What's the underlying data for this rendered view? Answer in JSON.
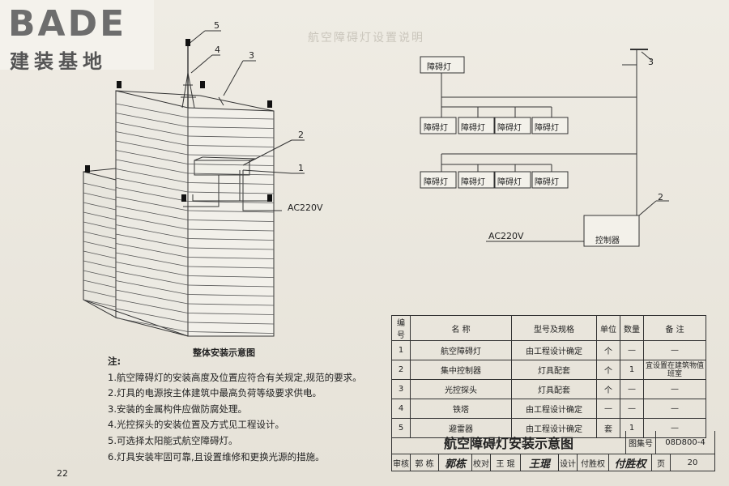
{
  "watermark": {
    "brand": "BADE",
    "subtitle": "建装基地"
  },
  "page_number_left": "22",
  "page_number_right": "20",
  "diagram_labels": {
    "callouts": [
      "1",
      "2",
      "3",
      "4",
      "5"
    ],
    "ac_left": "AC220V",
    "ac_right": "AC220V",
    "overall_title": "整体安装示意图",
    "right_callout_3": "3",
    "right_callout_2": "2"
  },
  "schematic": {
    "top_lamp": "障碍灯",
    "row1": [
      "障碍灯",
      "障碍灯",
      "障碍灯",
      "障碍灯"
    ],
    "row2": [
      "障碍灯",
      "障碍灯",
      "障碍灯",
      "障碍灯"
    ],
    "controller": "控制器"
  },
  "notes": {
    "heading": "注:",
    "items": [
      "1.航空障碍灯的安装高度及位置应符合有关规定,规范的要求。",
      "2.灯具的电源按主体建筑中最高负荷等级要求供电。",
      "3.安装的金属构件应做防腐处理。",
      "4.光控探头的安装位置及方式见工程设计。",
      "5.可选择太阳能式航空障碍灯。",
      "6.灯具安装牢固可靠,且设置维修和更换光源的措施。"
    ]
  },
  "materials_table": {
    "headers": [
      "编号",
      "名 称",
      "型号及规格",
      "单位",
      "数量",
      "备 注"
    ],
    "rows": [
      [
        "1",
        "航空障碍灯",
        "由工程设计确定",
        "个",
        "—",
        "—"
      ],
      [
        "2",
        "集中控制器",
        "灯具配套",
        "个",
        "1",
        "宜设置在建筑物值班室"
      ],
      [
        "3",
        "光控探头",
        "灯具配套",
        "个",
        "—",
        "—"
      ],
      [
        "4",
        "铁塔",
        "由工程设计确定",
        "—",
        "—",
        "—"
      ],
      [
        "5",
        "避雷器",
        "由工程设计确定",
        "套",
        "1",
        "—"
      ]
    ]
  },
  "title_block": {
    "title": "航空障碍灯安装示意图",
    "atlas_label": "图集号",
    "atlas_no": "08D800-4",
    "review_label": "审核",
    "reviewer": "郭 栋",
    "reviewer_sig": "郭栋",
    "check_label": "校对",
    "checker": "王 琨",
    "checker_sig": "王琨",
    "design_label": "设计",
    "designer": "付胜权",
    "designer_sig": "付胜权",
    "page_label": "页",
    "page": "20"
  },
  "faded_heading": "航空障碍灯设置说明"
}
